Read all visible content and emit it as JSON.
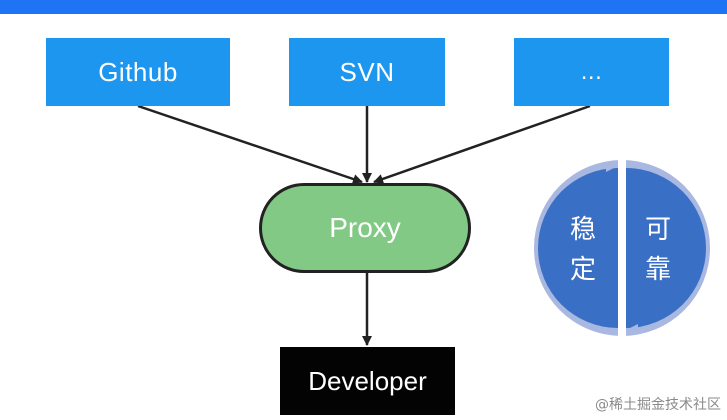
{
  "sources": {
    "github": "Github",
    "svn": "SVN",
    "more": "..."
  },
  "proxy_label": "Proxy",
  "developer_label": "Developer",
  "cycle": {
    "left_label": "稳定",
    "right_label": "可靠"
  },
  "watermark": "@稀土掘金技术社区",
  "colors": {
    "top_band": "#1e74f5",
    "source_fill": "#1d96f0",
    "proxy_fill": "#82c985",
    "developer_fill": "#030303",
    "cycle_fill": "#3a6fc6",
    "cycle_ring": "#a9b8e0"
  }
}
